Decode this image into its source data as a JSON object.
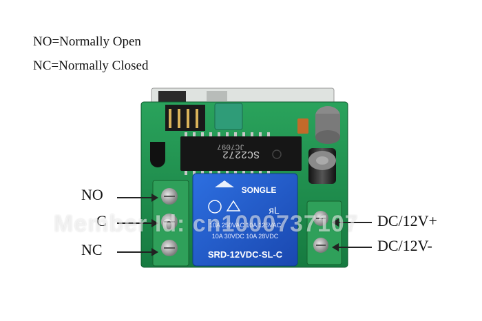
{
  "legend": {
    "no": "NO=Normally Open",
    "nc": "NC=Normally Closed"
  },
  "terminals": {
    "no": "NO",
    "c": "C",
    "nc": "NC",
    "dc_plus": "DC/12V+",
    "dc_minus": "DC/12V-"
  },
  "chips": {
    "main_ic": "SC2272",
    "ic_code": "JC7097"
  },
  "relay": {
    "brand": "SONGLE",
    "rating_line1": "10A 250VAC  10A 125VAC",
    "rating_line2": "10A  30VDC  10A  28VDC",
    "model": "SRD-12VDC-SL-C"
  },
  "watermark": "Member Id: cn1000737107",
  "colors": {
    "pcb": "#1e9a52",
    "relay": "#1c56c8",
    "terminal": "#2fa05a"
  }
}
